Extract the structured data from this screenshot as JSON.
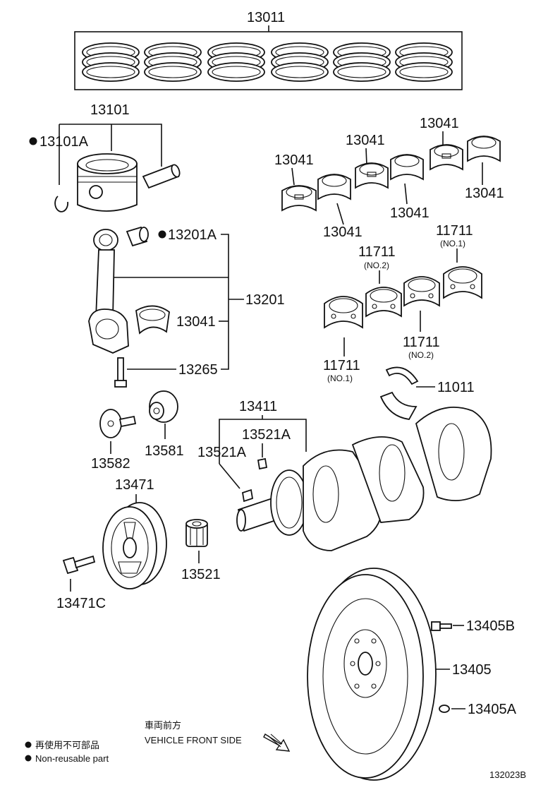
{
  "labels": {
    "rings_set": "13011",
    "piston": "13101",
    "piston_clip": "13101A",
    "conrod_bushing": "13201A",
    "conrod": "13201",
    "conrod_bearing": "13041",
    "conrod_bolt": "13265",
    "main_bearing_1": "13041",
    "main_bearing_2": "13041",
    "main_bearing_3": "13041",
    "main_bearing_4": "13041",
    "main_bearing_5": "13041",
    "main_bearing_6": "13041",
    "thrust_1": "11711",
    "thrust_1_sub": "(NO.1)",
    "thrust_2": "11711",
    "thrust_2_sub": "(NO.2)",
    "thrust_3": "11711",
    "thrust_3_sub": "(NO.2)",
    "thrust_4": "11711",
    "thrust_4_sub": "(NO.1)",
    "thrust_washer": "11011",
    "crankshaft": "13411",
    "key_a": "13521A",
    "key_b": "13521A",
    "pilot_washer": "13582",
    "pilot_bearing": "13581",
    "pulley": "13471",
    "pulley_bolt": "13471C",
    "timing_gear": "13521",
    "flywheel_bolt": "13405B",
    "flywheel": "13405",
    "flywheel_pin": "13405A"
  },
  "legend": {
    "front_jp": "車両前方",
    "front_en": "VEHICLE FRONT SIDE",
    "nonreuse_jp": "再使用不可部品",
    "nonreuse_en": "Non-reusable part"
  },
  "figure_id": "132023B"
}
